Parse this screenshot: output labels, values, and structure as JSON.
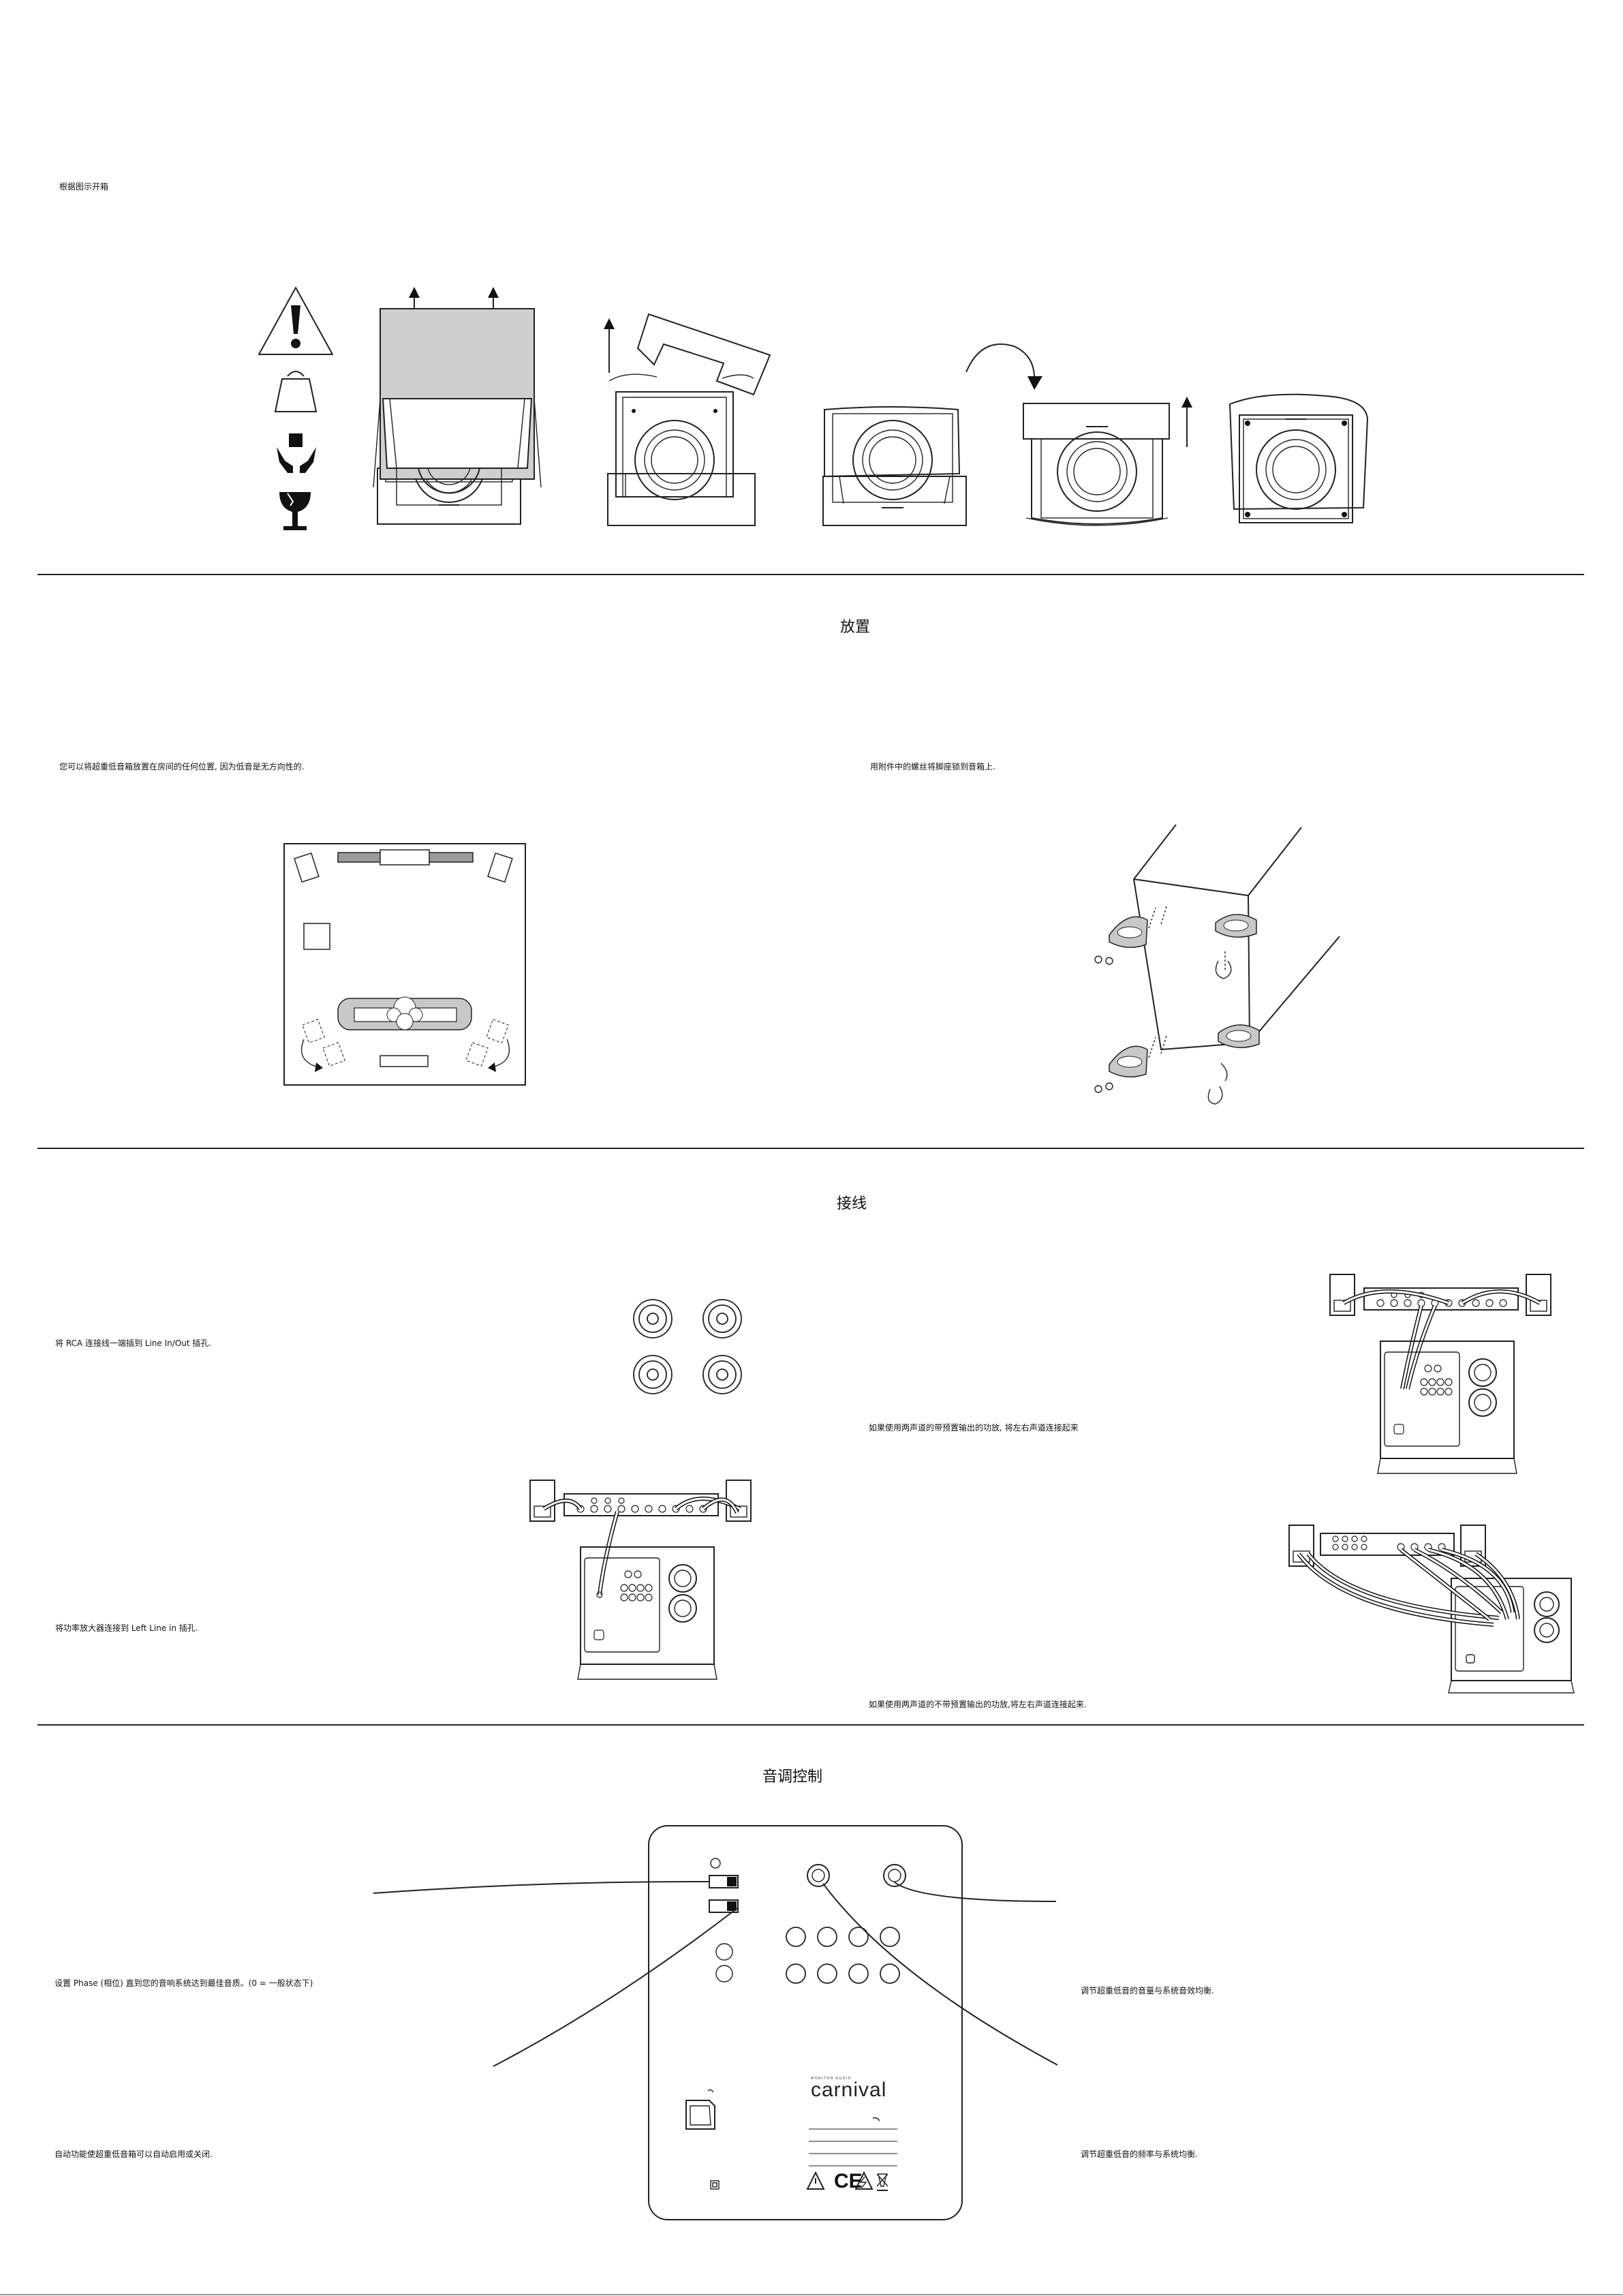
{
  "unpack": {
    "caption": "根据图示开箱"
  },
  "placement": {
    "title": "放置",
    "left_caption": "您可以将超重低音箱放置在房间的任何位置, 因为低音是无方向性的.",
    "right_caption": "用附件中的螺丝将脚座锁到音箱上."
  },
  "wiring": {
    "title": "接线",
    "caption_rca": "将 RCA 连接线一端插到 Line In/Out 插孔.",
    "caption_amp": "将功率放大器连接到 Left Line in 插孔.",
    "caption_preout": "如果使用两声道的带预置输出的功放, 将左右声道连接起来",
    "caption_no_preout": "如果使用两声道的不带预置输出的功放,将左右声道连接起来."
  },
  "tone": {
    "title": "音调控制",
    "caption_phase": "设置 Phase (相位) 直到您的音响系统达到最佳音质。(0 = 一般状态下)",
    "caption_auto": "自动功能使超重低音箱可以自动启用或关闭.",
    "caption_volume": "调节超重低音的音量与系统音效均衡.",
    "caption_frequency": "调节超重低音的频率与系统均衡.",
    "brand": "carnival",
    "brand_top": "MONITOR AUDIO"
  },
  "colors": {
    "rule": "#222222",
    "gray_fill": "#c8c8c8",
    "dark_gray": "#9a9a9a"
  }
}
